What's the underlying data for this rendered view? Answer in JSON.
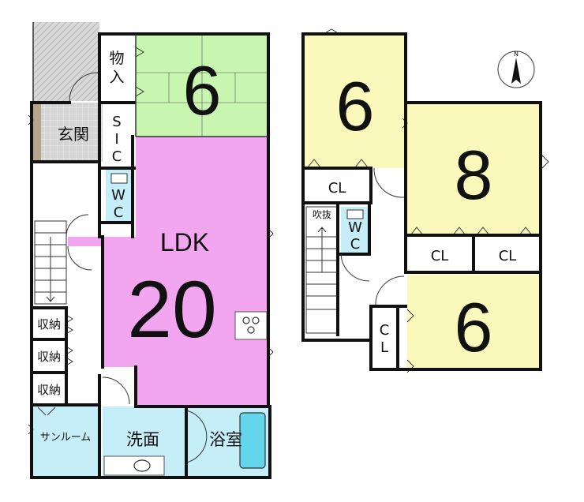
{
  "floor1": {
    "ldk": {
      "label": "LDK",
      "size": "20"
    },
    "washitsu": {
      "size": "6"
    },
    "storage_butsu": {
      "line1": "物",
      "line2": "入"
    },
    "sic": {
      "line1": "S",
      "line2": "I",
      "line3": "C"
    },
    "wc": {
      "line1": "W",
      "line2": "C"
    },
    "entrance": {
      "label": "玄関"
    },
    "shuno1": {
      "label": "収納"
    },
    "shuno2": {
      "label": "収納"
    },
    "shuno3": {
      "label": "収納"
    },
    "sunroom": {
      "label": "サンルーム"
    },
    "washroom": {
      "label": "洗面"
    },
    "bathroom": {
      "label": "浴室"
    }
  },
  "floor2": {
    "room_left": {
      "size": "6"
    },
    "room_right": {
      "size": "8"
    },
    "room_bottom": {
      "size": "6"
    },
    "cl_left": {
      "label": "CL"
    },
    "cl_mid": {
      "label": "CL"
    },
    "cl_right": {
      "label": "CL"
    },
    "cl_small": {
      "line1": "C",
      "line2": "L"
    },
    "fukinuke": {
      "label": "吹抜"
    },
    "wc": {
      "line1": "W",
      "line2": "C"
    }
  },
  "compass": {
    "north": "N"
  },
  "colors": {
    "ldk": "#f2a6f0",
    "washitsu": "#c8f5b0",
    "bedroom": "#fbf8bc",
    "water": "#c6eef9",
    "bath": "#63d6ec",
    "entrance": "#d6d6d6",
    "wall": "#111111"
  }
}
